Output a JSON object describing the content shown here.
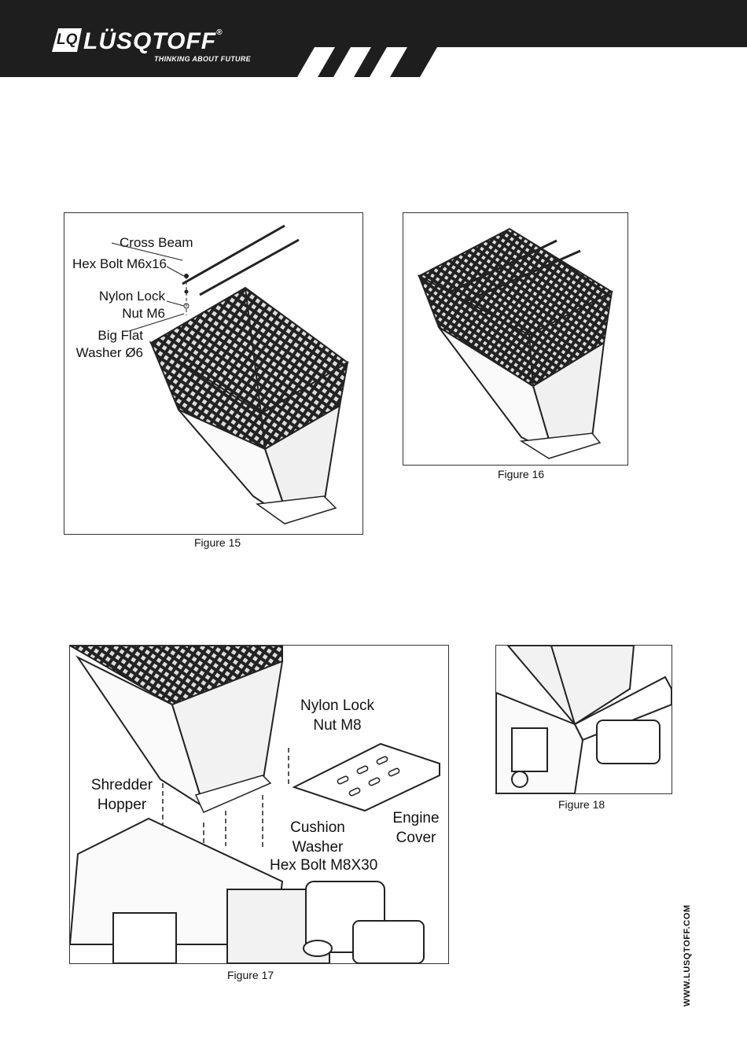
{
  "header": {
    "logo_mark": "LQ",
    "brand": "LÜSQTOFF",
    "tagline": "THINKING ABOUT FUTURE",
    "registered": "®"
  },
  "figure15": {
    "caption": "Figure 15",
    "labels": {
      "cross_beam": "Cross Beam",
      "hex_bolt": "Hex Bolt M6x16",
      "nylon_lock_1": "Nylon Lock",
      "nylon_lock_2": "Nut M6",
      "big_flat_1": "Big Flat",
      "big_flat_2": "Washer Ø6"
    }
  },
  "figure16": {
    "caption": "Figure 16"
  },
  "figure17": {
    "caption": "Figure 17",
    "labels": {
      "nylon_lock_1": "Nylon Lock",
      "nylon_lock_2": "Nut M8",
      "shredder_1": "Shredder",
      "shredder_2": "Hopper",
      "engine_1": "Engine",
      "engine_2": "Cover",
      "cushion_1": "Cushion",
      "cushion_2": "Washer",
      "hex_bolt": "Hex Bolt M8X30"
    }
  },
  "figure18": {
    "caption": "Figure 18"
  },
  "side_url": "WWW.LUSQTOFF.COM",
  "colors": {
    "header_bg": "#1e1e1e",
    "text": "#111111",
    "page_bg": "#ffffff"
  }
}
